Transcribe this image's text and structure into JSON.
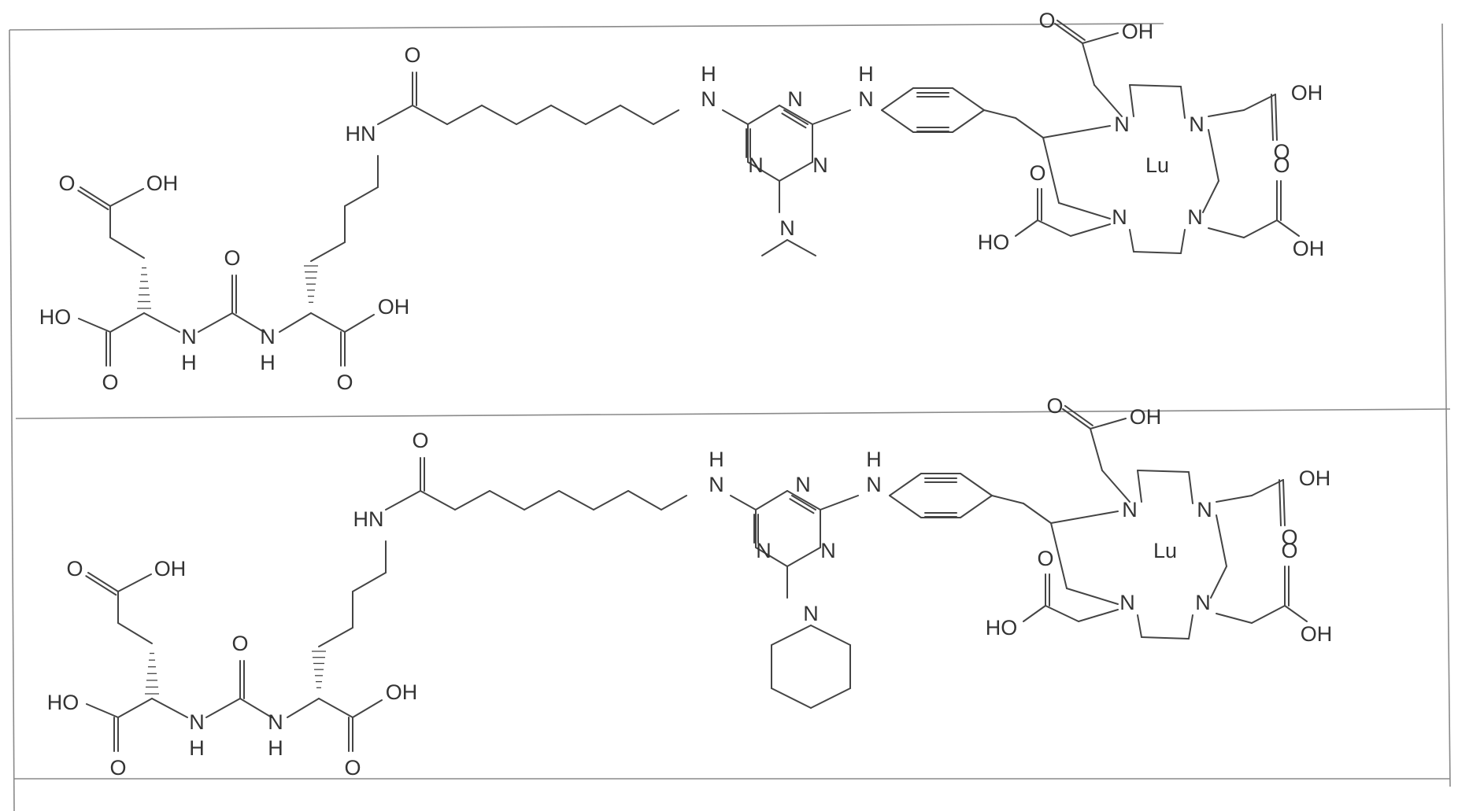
{
  "panels": [
    {
      "name": "top",
      "labels": {
        "oh": "OH",
        "ho": "HO",
        "o": "O",
        "n": "N",
        "h": "H",
        "nh": "NH",
        "hn": "HN",
        "lu": "Lu"
      }
    },
    {
      "name": "bottom",
      "labels": {
        "oh": "OH",
        "ho": "HO",
        "o": "O",
        "n": "N",
        "h": "H",
        "nh": "NH",
        "hn": "HN",
        "lu": "Lu"
      }
    }
  ]
}
